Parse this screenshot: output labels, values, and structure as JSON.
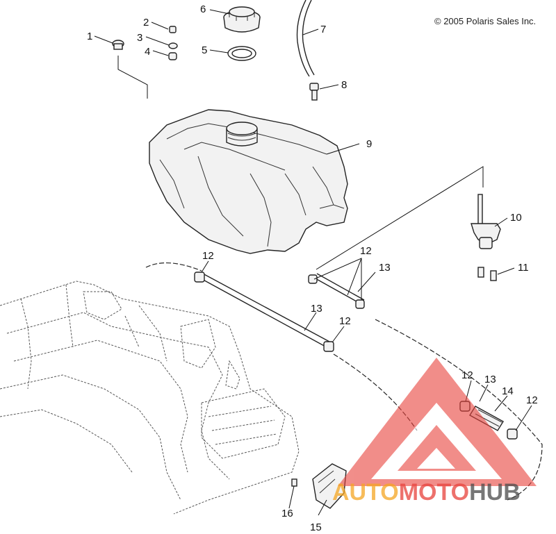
{
  "diagram": {
    "copyright": "© 2005 Polaris Sales Inc.",
    "callouts": [
      {
        "id": "callout-1",
        "text": "1"
      },
      {
        "id": "callout-2",
        "text": "2"
      },
      {
        "id": "callout-3",
        "text": "3"
      },
      {
        "id": "callout-4",
        "text": "4"
      },
      {
        "id": "callout-5",
        "text": "5"
      },
      {
        "id": "callout-6",
        "text": "6"
      },
      {
        "id": "callout-7",
        "text": "7"
      },
      {
        "id": "callout-8",
        "text": "8"
      },
      {
        "id": "callout-9",
        "text": "9"
      },
      {
        "id": "callout-10",
        "text": "10"
      },
      {
        "id": "callout-11",
        "text": "11"
      },
      {
        "id": "callout-12a",
        "text": "12"
      },
      {
        "id": "callout-12b",
        "text": "12"
      },
      {
        "id": "callout-12c",
        "text": "12"
      },
      {
        "id": "callout-12d",
        "text": "12"
      },
      {
        "id": "callout-12e",
        "text": "12"
      },
      {
        "id": "callout-13a",
        "text": "13"
      },
      {
        "id": "callout-13b",
        "text": "13"
      },
      {
        "id": "callout-13c",
        "text": "13"
      },
      {
        "id": "callout-14",
        "text": "14"
      },
      {
        "id": "callout-15",
        "text": "15"
      },
      {
        "id": "callout-16",
        "text": "16"
      }
    ]
  },
  "watermark": {
    "parts": [
      {
        "text": "AUTO",
        "color": "#f5a623"
      },
      {
        "text": "MOTO",
        "color": "#e8423c"
      },
      {
        "text": "HUB",
        "color": "#4a4a4a"
      }
    ],
    "triangle_color": "#e8423c"
  }
}
